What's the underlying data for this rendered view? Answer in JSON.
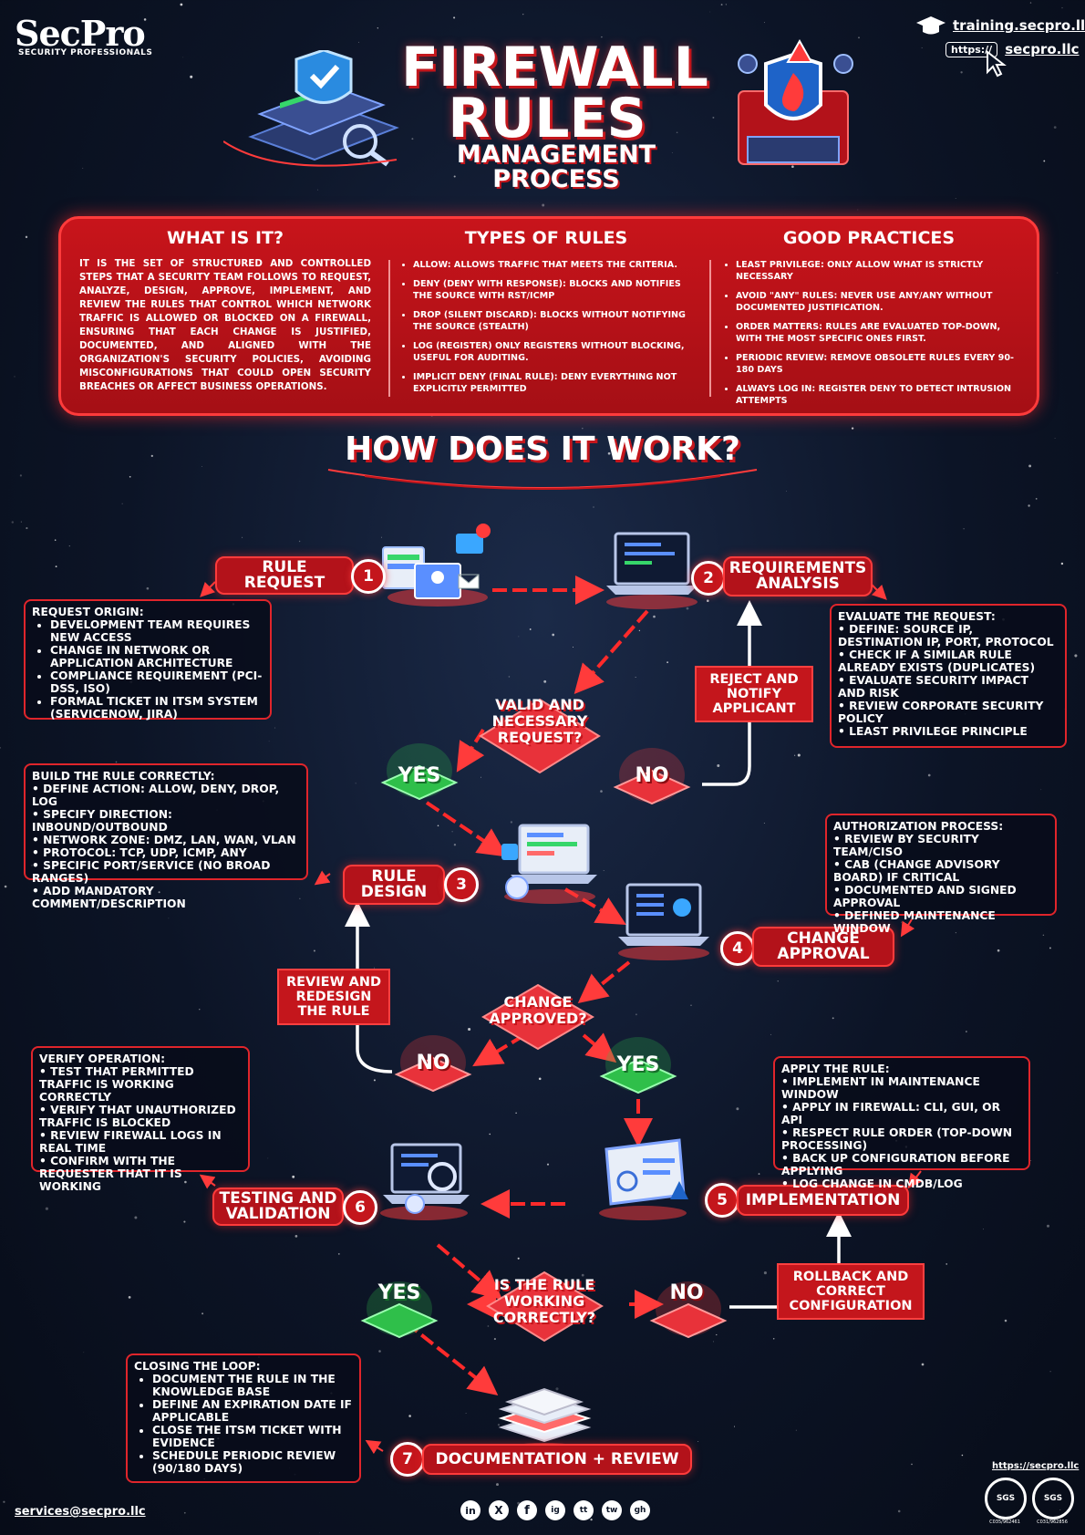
{
  "brand": {
    "logo": "SecPro",
    "tagline": "SECURITY PROFESSIONALS"
  },
  "header": {
    "title_line1": "FIREWALL",
    "title_line2": "RULES",
    "subtitle": "MANAGEMENT PROCESS",
    "link_training": "training.secpro.llc",
    "url_prefix": "https://",
    "link_site": "secpro.llc"
  },
  "panel": {
    "what": {
      "heading": "WHAT IS IT?",
      "text": "It is the set of structured and controlled steps that a security team follows to request, analyze, design, approve, implement, and review the rules that control which network traffic is allowed or blocked on a firewall, ensuring that each change is justified, documented, and aligned with the organization's security policies, avoiding misconfigurations that could open security breaches or affect business operations."
    },
    "types": {
      "heading": "TYPES OF RULES",
      "items": [
        "Allow: Allows traffic that meets the criteria.",
        "Deny (Deny with Response): Blocks and notifies the source with RST/ICMP",
        "Drop (Silent Discard): Blocks without notifying the source (stealth)",
        "Log (Register) only registers without blocking, useful for auditing.",
        "Implicit Deny (Final Rule): Deny everything not explicitly permitted"
      ]
    },
    "practices": {
      "heading": "GOOD PRACTICES",
      "items": [
        "Least Privilege: Only allow what is strictly necessary",
        "Avoid \"Any\" Rules: Never use any/any without documented justification.",
        "Order matters: Rules are evaluated top-down, with the most specific ones first.",
        "Periodic Review: Remove obsolete rules every 90-180 days",
        "Always Log in: Register deny to detect intrusion attempts"
      ]
    }
  },
  "section_title": "HOW DOES IT WORK?",
  "steps": {
    "s1": {
      "num": "1",
      "label_l1": "RULE",
      "label_l2": "REQUEST"
    },
    "s2": {
      "num": "2",
      "label_l1": "REQUIREMENTS",
      "label_l2": "ANALYSIS"
    },
    "s3": {
      "num": "3",
      "label_l1": "RULE",
      "label_l2": "DESIGN"
    },
    "s4": {
      "num": "4",
      "label_l1": "CHANGE",
      "label_l2": "APPROVAL"
    },
    "s5": {
      "num": "5",
      "label_l1": "IMPLEMENTATION"
    },
    "s6": {
      "num": "6",
      "label_l1": "TESTING AND",
      "label_l2": "VALIDATION"
    },
    "s7": {
      "num": "7",
      "label_l1": "DOCUMENTATION + REVIEW"
    }
  },
  "boxes": {
    "request_origin": {
      "title": "REQUEST ORIGIN:",
      "items": [
        "DEVELOPMENT TEAM REQUIRES NEW ACCESS",
        "CHANGE IN NETWORK OR APPLICATION ARCHITECTURE",
        "COMPLIANCE REQUIREMENT (PCI-DSS, ISO)",
        "FORMAL TICKET IN ITSM SYSTEM (SERVICENOW, JIRA)"
      ]
    },
    "evaluate": {
      "title": "EVALUATE THE REQUEST:",
      "items": [
        "• DEFINE: SOURCE IP, DESTINATION IP, PORT, PROTOCOL",
        "• CHECK IF A SIMILAR RULE ALREADY EXISTS (DUPLICATES)",
        "• EVALUATE SECURITY IMPACT AND RISK",
        "• REVIEW CORPORATE SECURITY POLICY",
        "• LEAST PRIVILEGE PRINCIPLE"
      ]
    },
    "build": {
      "title": "BUILD THE RULE CORRECTLY:",
      "items": [
        "• DEFINE ACTION: ALLOW, DENY, DROP, LOG",
        "• SPECIFY DIRECTION: INBOUND/OUTBOUND",
        "• NETWORK ZONE: DMZ, LAN, WAN, VLAN",
        "• PROTOCOL: TCP, UDP, ICMP, ANY",
        "• SPECIFIC PORT/SERVICE (NO BROAD RANGES)",
        "• ADD MANDATORY COMMENT/DESCRIPTION"
      ]
    },
    "authorization": {
      "title": "AUTHORIZATION PROCESS:",
      "items": [
        "• REVIEW BY SECURITY TEAM/CISO",
        "• CAB (CHANGE ADVISORY BOARD) IF CRITICAL",
        "• DOCUMENTED AND SIGNED APPROVAL",
        "• DEFINED MAINTENANCE WINDOW"
      ]
    },
    "verify": {
      "title": "VERIFY OPERATION:",
      "items": [
        "• TEST THAT PERMITTED TRAFFIC IS WORKING CORRECTLY",
        "• VERIFY THAT UNAUTHORIZED TRAFFIC IS BLOCKED",
        "• REVIEW FIREWALL LOGS IN REAL TIME",
        "• CONFIRM WITH THE REQUESTER THAT IT IS WORKING"
      ]
    },
    "apply": {
      "title": "APPLY THE RULE:",
      "items": [
        "• IMPLEMENT IN MAINTENANCE WINDOW",
        "• APPLY IN FIREWALL: CLI, GUI, OR API",
        "• RESPECT RULE ORDER (TOP-DOWN PROCESSING)",
        "• BACK UP CONFIGURATION BEFORE APPLYING",
        "• LOG CHANGE IN CMDB/LOG"
      ]
    },
    "closing": {
      "title": "CLOSING THE LOOP:",
      "items": [
        "DOCUMENT THE RULE IN THE KNOWLEDGE BASE",
        "DEFINE AN EXPIRATION DATE IF APPLICABLE",
        "CLOSE THE ITSM TICKET WITH EVIDENCE",
        "SCHEDULE PERIODIC REVIEW (90/180 DAYS)"
      ]
    }
  },
  "decisions": {
    "d1": {
      "l1": "VALID AND",
      "l2": "NECESSARY",
      "l3": "REQUEST?",
      "yes": "YES",
      "no": "NO"
    },
    "d2": {
      "l1": "CHANGE",
      "l2": "APPROVED?",
      "yes": "YES",
      "no": "NO"
    },
    "d3": {
      "l1": "IS THE RULE",
      "l2": "WORKING",
      "l3": "CORRECTLY?",
      "yes": "YES",
      "no": "NO"
    }
  },
  "actions": {
    "reject": {
      "l1": "REJECT AND",
      "l2": "NOTIFY",
      "l3": "APPLICANT"
    },
    "review": {
      "l1": "REVIEW AND",
      "l2": "REDESIGN",
      "l3": "THE RULE"
    },
    "rollback": {
      "l1": "ROLLBACK AND",
      "l2": "CORRECT",
      "l3": "CONFIGURATION"
    }
  },
  "footer": {
    "email": "services@secpro.llc",
    "site": "https://secpro.llc",
    "cert1": "SGS",
    "cert2": "SGS",
    "cert1_code": "C035/962461",
    "cert2_code": "C031/962856",
    "social": [
      "in",
      "X",
      "f",
      "ig",
      "tt",
      "tw",
      "gh"
    ]
  },
  "colors": {
    "accent": "#c4161c",
    "accent_bright": "#ff3b3b",
    "yes_green": "#2fbf4a",
    "bg": "#0c1426"
  }
}
